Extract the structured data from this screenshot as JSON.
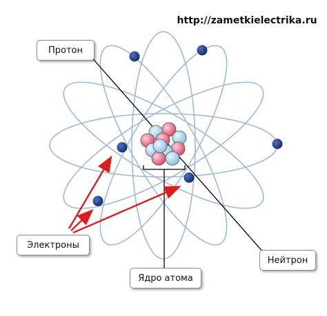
{
  "watermark": {
    "url": "http://zametkielectrika.ru"
  },
  "labels": {
    "proton": "Протон",
    "electrons": "Электроны",
    "neutron": "Нейтрон",
    "nucleus": "Ядро атома"
  },
  "colors": {
    "orbit": "#9fb8d6",
    "electron": "#1f3d82",
    "proton": "#e0778f",
    "neutron": "#a9d3ea",
    "arrow": "#dd1c1c",
    "pointer_line": "#000000"
  }
}
